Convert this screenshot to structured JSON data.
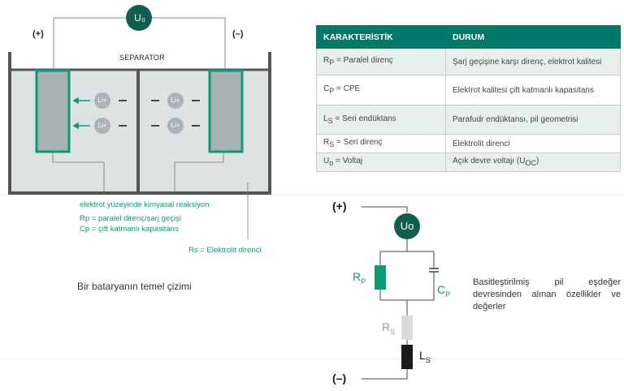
{
  "colors": {
    "teal": "#0c9a7a",
    "dark_teal": "#0f5e52",
    "header": "#007a68",
    "gray": "#808588"
  },
  "battery": {
    "uo_label": "U₀",
    "plus": "(+)",
    "minus": "(–)",
    "separator": "SEPARATOR",
    "ion_label": "Li+",
    "reaction_label": "elektrot yüzeyinde kimyasal reaksiyon",
    "rp_label": "Rp = paralel direnç/şarj geçişi",
    "cp_label": "Cp = çift katmanlı kapasitans",
    "rs_label": "Rs = Elektrolit direnci",
    "caption": "Bir bataryanın temel çizimi"
  },
  "table": {
    "headers": [
      "KARAKTERİSTİK",
      "DURUM"
    ],
    "rows": [
      {
        "char_sym": "R",
        "char_sub": "P",
        "char_text": "= Paralel direnç",
        "state": "Şarj geçişine karşı direnç, elektrot kalitesi"
      },
      {
        "char_sym": "C",
        "char_sub": "P",
        "char_text": "= CPE",
        "state": "Elektrot kalitesi çift katmanlı kapasitans"
      },
      {
        "char_sym": "L",
        "char_sub": "S",
        "char_text": "= Seri endüktans",
        "state": "Parafudr endüktansı, pil geometrisi"
      },
      {
        "char_sym": "R",
        "char_sub": "S",
        "char_text": "= Seri direnç",
        "state": "Elektrolit direnci"
      },
      {
        "char_sym": "U",
        "char_sub": "o",
        "char_text": "= Voltaj",
        "state": "Açık devre voltajı (U",
        "state_sub": "OC",
        "state_end": ")"
      }
    ]
  },
  "circuit": {
    "plus": "(+)",
    "minus": "(–)",
    "uo": "Uo",
    "rp": "R",
    "rp_sub": "P",
    "cp": "C",
    "cp_sub": "P",
    "rs": "R",
    "rs_sub": "S",
    "ls": "L",
    "ls_sub": "S",
    "description": "Basitleştirilmiş pil eşdeğer devresinden alınan özellikler ve değerler"
  }
}
